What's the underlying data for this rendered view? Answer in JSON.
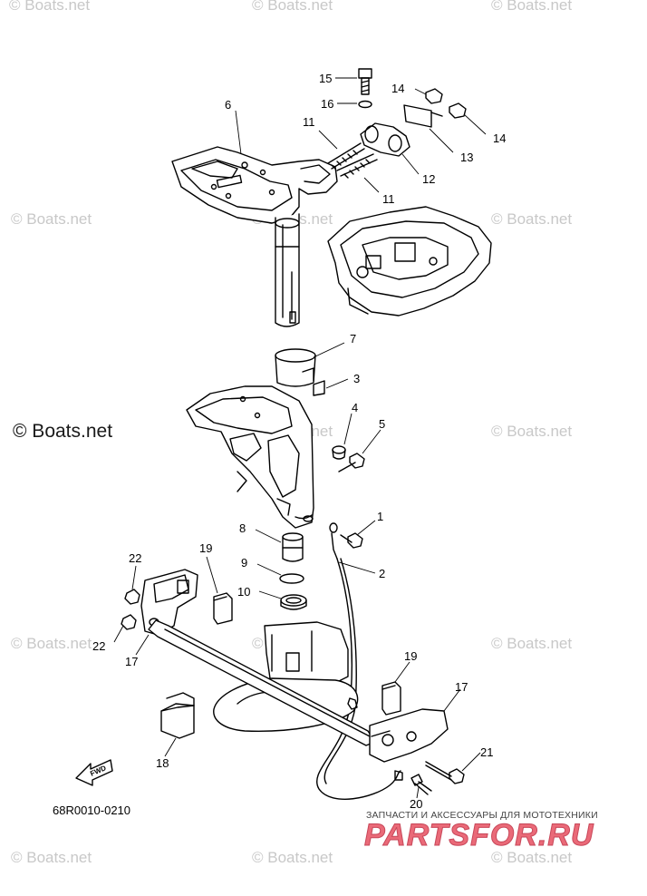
{
  "watermark": {
    "text": "© Boats.net",
    "big_text": "© Boats.net"
  },
  "diagram": {
    "code": "68R0010-0210",
    "fwd_label": "FWD"
  },
  "callouts": [
    "15",
    "16",
    "14",
    "14",
    "6",
    "11",
    "13",
    "12",
    "11",
    "7",
    "3",
    "4",
    "5",
    "1",
    "8",
    "2",
    "9",
    "10",
    "22",
    "19",
    "22",
    "17",
    "19",
    "17",
    "21",
    "18",
    "20"
  ],
  "brand": {
    "subtitle": "ЗАПЧАСТИ И АКСЕССУАРЫ ДЛЯ МОТОТЕХНИКИ",
    "logo": "PARTSFOR.RU"
  }
}
